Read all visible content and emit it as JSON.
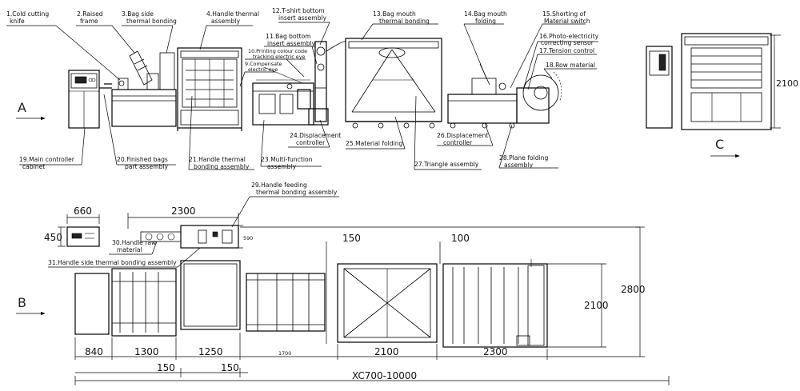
{
  "views": {
    "a": "A",
    "b": "B",
    "c": "C"
  },
  "labels": {
    "l1": [
      "1.Cold cutting",
      "knife"
    ],
    "l2": [
      "2.Raised",
      "frame"
    ],
    "l3": [
      "3.Bag side",
      "thermal bonding"
    ],
    "l4": [
      "4.Handle thermal",
      "assembly"
    ],
    "l9": [
      "9.Compensate",
      "electric eye"
    ],
    "l10": [
      "10.Printing colour code",
      "tracking electric eye"
    ],
    "l11": [
      "11.Bag bottom",
      "insert assembly"
    ],
    "l12": [
      "12.T-shirt bottom",
      "insert assembly"
    ],
    "l13": [
      "13.Bag mouth",
      "thermal bonding"
    ],
    "l14": [
      "14.Bag mouth",
      "folding"
    ],
    "l15": [
      "15.Shorting of",
      "Material switch"
    ],
    "l16": [
      "16.Photo-electricity",
      "correcting sensor"
    ],
    "l17": [
      "17.Tension control"
    ],
    "l18": [
      "18.Row material"
    ],
    "l19": [
      "19.Main controller",
      "cabinet"
    ],
    "l20": [
      "20.Finished bags",
      "part assembly"
    ],
    "l21": [
      "21.Handle thermal",
      "bonding assembly"
    ],
    "l23": [
      "23.Multi-function",
      "assembly"
    ],
    "l24": [
      "24.Displacement",
      "controller"
    ],
    "l25": [
      "25.Material folding"
    ],
    "l26": [
      "26.Displacement",
      "controller"
    ],
    "l27": [
      "27.Triangle assembly"
    ],
    "l28": [
      "28.Plane folding",
      "assembly"
    ],
    "l29": [
      "29.Handle feeding",
      "thermal bonding assembly"
    ],
    "l30": [
      "30.Handle raw",
      "material"
    ],
    "l31": [
      "31.Handle side thermal bonding assembly"
    ]
  },
  "dimensions": {
    "c_height": "2100",
    "w660": "660",
    "h450": "450",
    "w2300_top": "2300",
    "d590": "590",
    "d150_top": "150",
    "d100": "100",
    "h2100_b": "2100",
    "h2800": "2800",
    "w840": "840",
    "w1300": "1300",
    "w1250": "1250",
    "w1700": "1700",
    "w2100": "2100",
    "w2300": "2300",
    "d150_a": "150",
    "d150_b": "150",
    "total": "XC700-10000"
  }
}
